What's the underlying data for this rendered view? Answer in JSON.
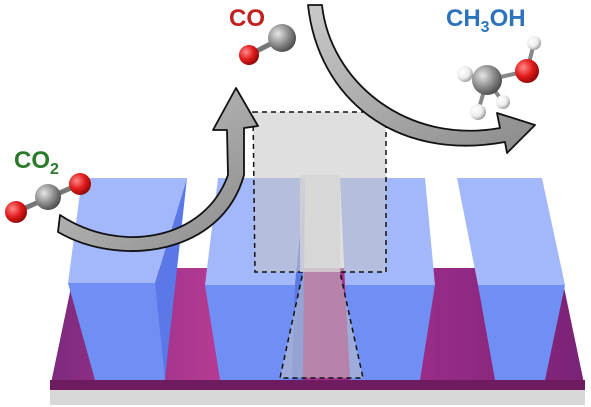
{
  "labels": {
    "reactant": {
      "base": "CO",
      "subscript": "2"
    },
    "intermediate": "CO",
    "product": {
      "prefix": "CH",
      "subscript": "3",
      "suffix": "OH"
    }
  },
  "colors": {
    "reactant_label": "#2a7a2a",
    "intermediate_label": "#c41f1f",
    "product_label": "#2b73bd",
    "pillar_front": "#6f8ff5",
    "pillar_top": "#a3b8fb",
    "pillar_side": "#5a78e6",
    "substrate_top": "#b0338f",
    "substrate_side": "#6f1b5f",
    "substrate_base": "#d7d7d7",
    "oxygen": "#e21b1b",
    "carbon": "#8e8e8e",
    "hydrogen": "#f2f2f2",
    "arrow": "#9a9a9a",
    "tsv_fill": "#c4c4c4"
  },
  "icons": [
    "co2-molecule-icon",
    "co-molecule-icon",
    "methanol-molecule-icon",
    "curved-arrow-icon"
  ]
}
